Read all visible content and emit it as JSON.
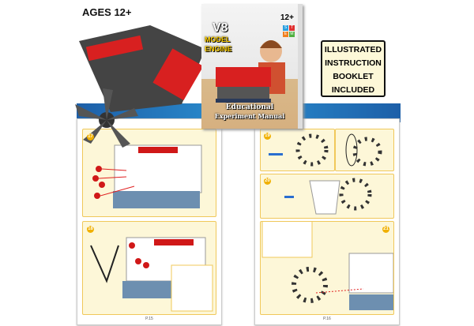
{
  "badge": {
    "ages": "AGES 12+"
  },
  "book": {
    "title_line1": "V8",
    "title_line2": "MODEL",
    "title_line3": "ENGINE",
    "age": "12+",
    "stem": [
      "S",
      "T",
      "E",
      "M"
    ],
    "subtitle_line1": "Educational",
    "subtitle_line2": "Experiment Manual"
  },
  "callout": {
    "lines": [
      "ILLUSTRATED",
      "INSTRUCTION",
      "BOOKLET",
      "INCLUDED"
    ]
  },
  "left_page": {
    "steps": [
      "17",
      "18"
    ],
    "page_number": "P.15"
  },
  "right_page": {
    "steps": [
      "19",
      "20",
      "21"
    ],
    "page_number": "P.16"
  },
  "colors": {
    "band": "#1d5fa8",
    "panel": "#fdf7d8",
    "accent": "#e02020"
  }
}
